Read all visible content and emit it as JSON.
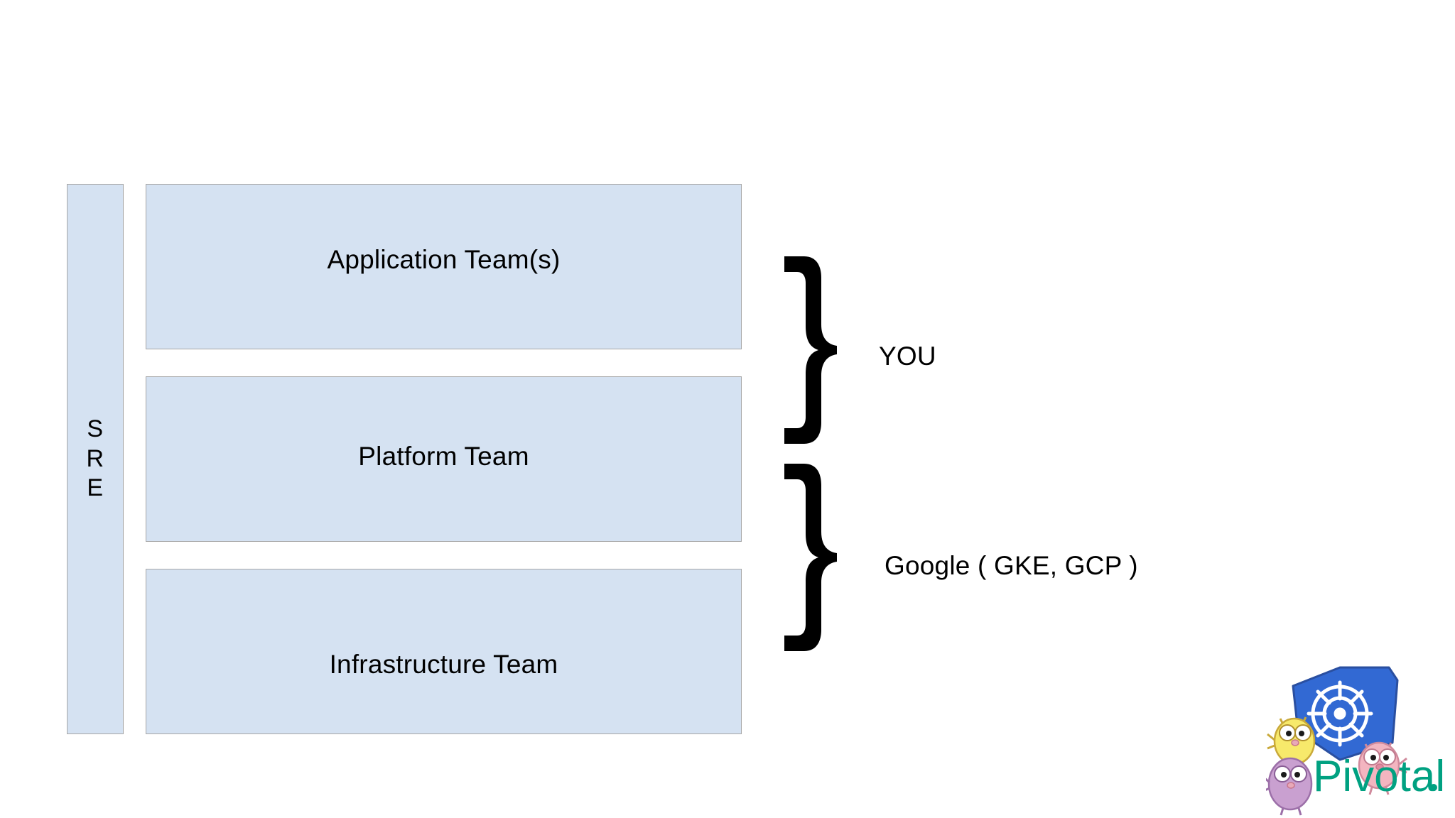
{
  "slide": {
    "background_color": "#ffffff",
    "box_fill_color": "#d5e2f2",
    "box_border_color": "#a6a6a6",
    "text_color": "#000000"
  },
  "sre_column": {
    "name": "SRE",
    "letters": [
      "S",
      "R",
      "E"
    ]
  },
  "teams": [
    {
      "id": "application",
      "label": "Application Team(s)"
    },
    {
      "id": "platform",
      "label": "Platform Team"
    },
    {
      "id": "infrastructure",
      "label": "Infrastructure Team"
    }
  ],
  "braces": [
    {
      "id": "you",
      "icon": "curly-brace-right",
      "label": "YOU",
      "covers": [
        "Application Team(s)",
        "Platform Team"
      ]
    },
    {
      "id": "google",
      "icon": "curly-brace-right",
      "label": "Google ( GKE, GCP )",
      "covers": [
        "Platform Team",
        "Infrastructure Team"
      ]
    }
  ],
  "logo": {
    "kubernetes": {
      "icon": "kubernetes-helm-wheel-icon",
      "fill_color": "#3269d3",
      "stroke_color": "#2a4fa0",
      "wheel_color": "#ffffff"
    },
    "gophers": [
      {
        "icon": "gopher-icon",
        "color": "#f7e96b",
        "position": "upper-left"
      },
      {
        "icon": "gopher-icon",
        "color": "#c9a0d0",
        "position": "lower-left"
      },
      {
        "icon": "gopher-icon",
        "color": "#f3b5c0",
        "position": "right"
      }
    ],
    "wordmark": {
      "text": "Pivotal",
      "color": "#00a181",
      "has_trailing_dot": true
    }
  }
}
